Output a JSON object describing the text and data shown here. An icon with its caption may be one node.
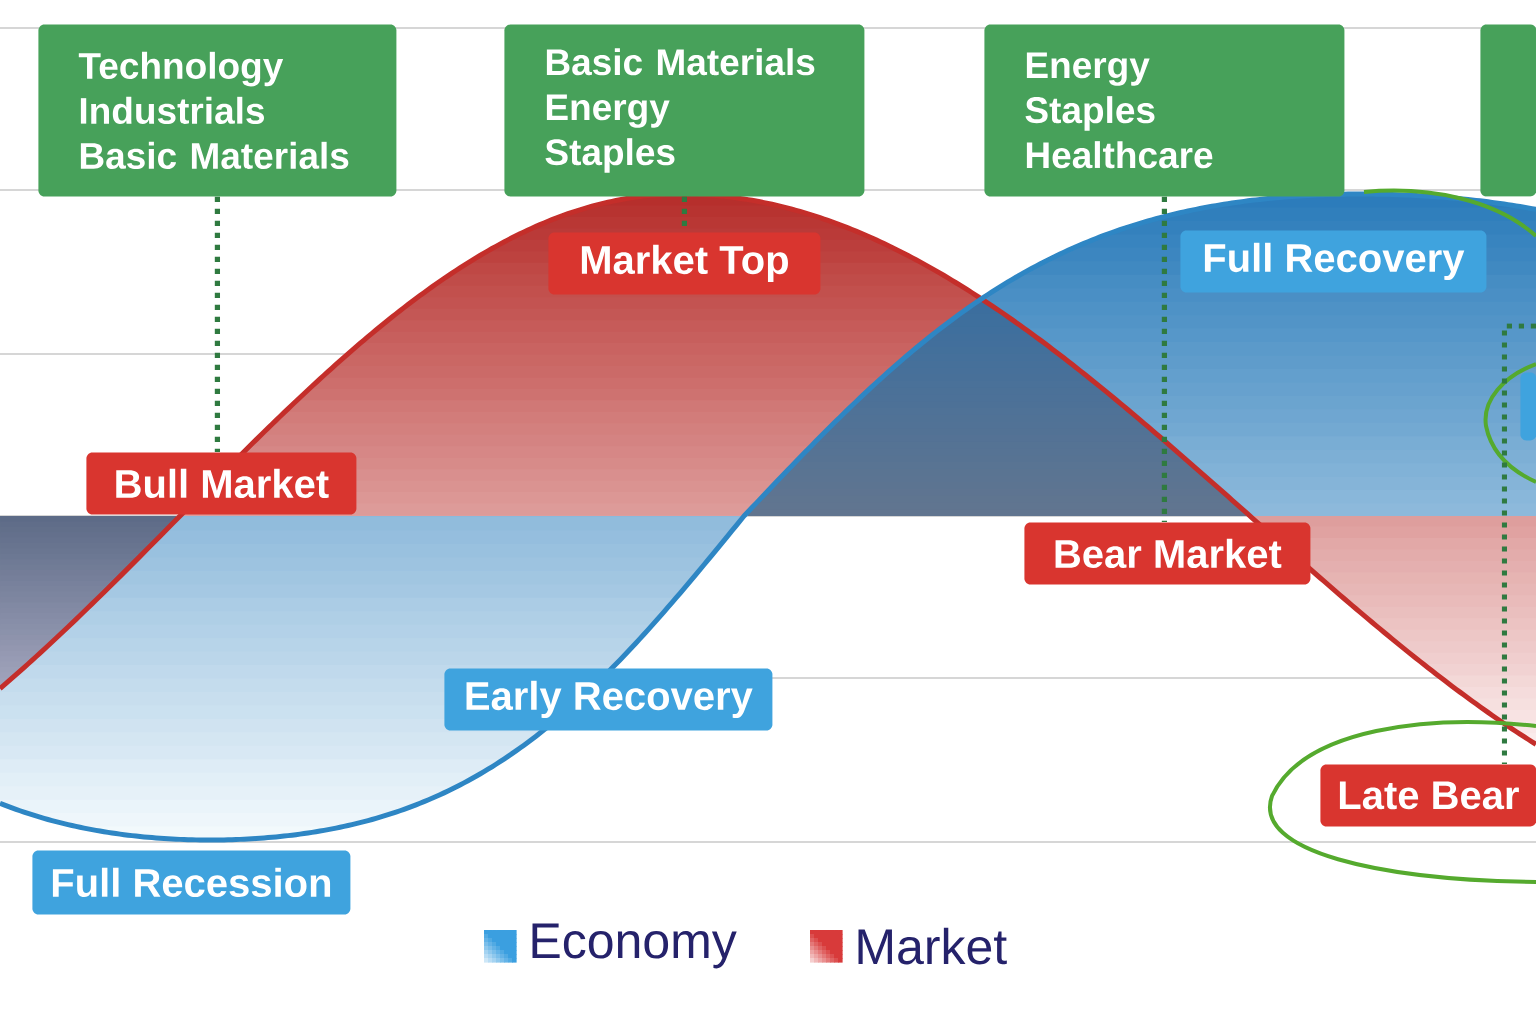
{
  "diagram": {
    "nodes": [
      {
        "text": [
          "Technology",
          "Industrials",
          "Basic Materials"
        ]
      },
      {
        "text": [
          "Basic Materials",
          "Energy",
          "Staples"
        ]
      },
      {
        "text": [
          "Energy",
          "Staples",
          "Healthcare"
        ]
      },
      {
        "text": [],
        "shape": "box"
      },
      {
        "text": [
          "Market Top"
        ]
      },
      {
        "text": [
          "Full Recovery"
        ]
      },
      {
        "text": [],
        "shape": "box"
      },
      {
        "text": [
          "Bull Market"
        ]
      },
      {
        "text": [
          "Bear Market"
        ]
      },
      {
        "text": [
          "Early Recovery"
        ]
      },
      {
        "text": [
          "Late Bear"
        ]
      },
      {
        "text": [
          "Full Recession"
        ]
      }
    ],
    "edges": [
      {
        "from": 0,
        "to": 7,
        "arrow": "none"
      },
      {
        "from": 1,
        "to": 4,
        "arrow": "none"
      },
      {
        "from": 2,
        "to": 8,
        "arrow": "none"
      },
      {
        "from": null,
        "to": 10,
        "arrow": "none"
      }
    ],
    "legend": [
      {
        "text": "Economy",
        "color": "#3b9fe0"
      },
      {
        "text": "Market",
        "color": "#d83a3a"
      }
    ]
  }
}
